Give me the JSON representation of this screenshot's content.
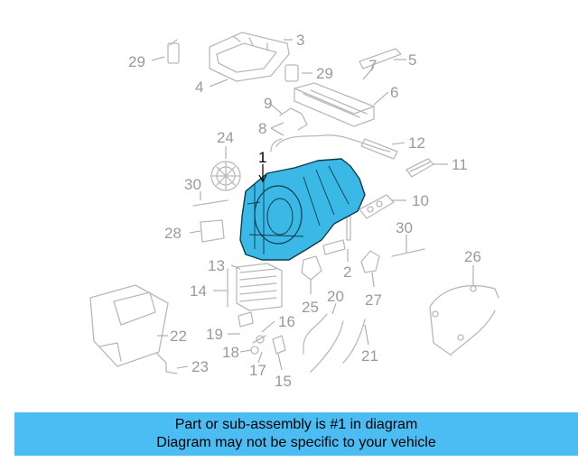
{
  "diagram": {
    "callouts": {
      "p1": "1",
      "p2": "2",
      "p3": "3",
      "p4": "4",
      "p5": "5",
      "p6": "6",
      "p7": "7",
      "p8": "8",
      "p9": "9",
      "p10": "10",
      "p11": "11",
      "p12": "12",
      "p13": "13",
      "p14": "14",
      "p15": "15",
      "p16": "16",
      "p17": "17",
      "p18": "18",
      "p19": "19",
      "p20": "20",
      "p21": "21",
      "p22": "22",
      "p23": "23",
      "p24": "24",
      "p25": "25",
      "p26": "26",
      "p27": "27",
      "p28": "28",
      "p29a": "29",
      "p29b": "29",
      "p30a": "30",
      "p30b": "30"
    },
    "colors": {
      "highlight_part": "#3ab8e6",
      "line_art": "#b9b9b9",
      "banner": "#4bbdf2"
    }
  },
  "banner": {
    "line1": "Part or sub-assembly is #1 in diagram",
    "line2": "Diagram may not be specific to your vehicle"
  }
}
